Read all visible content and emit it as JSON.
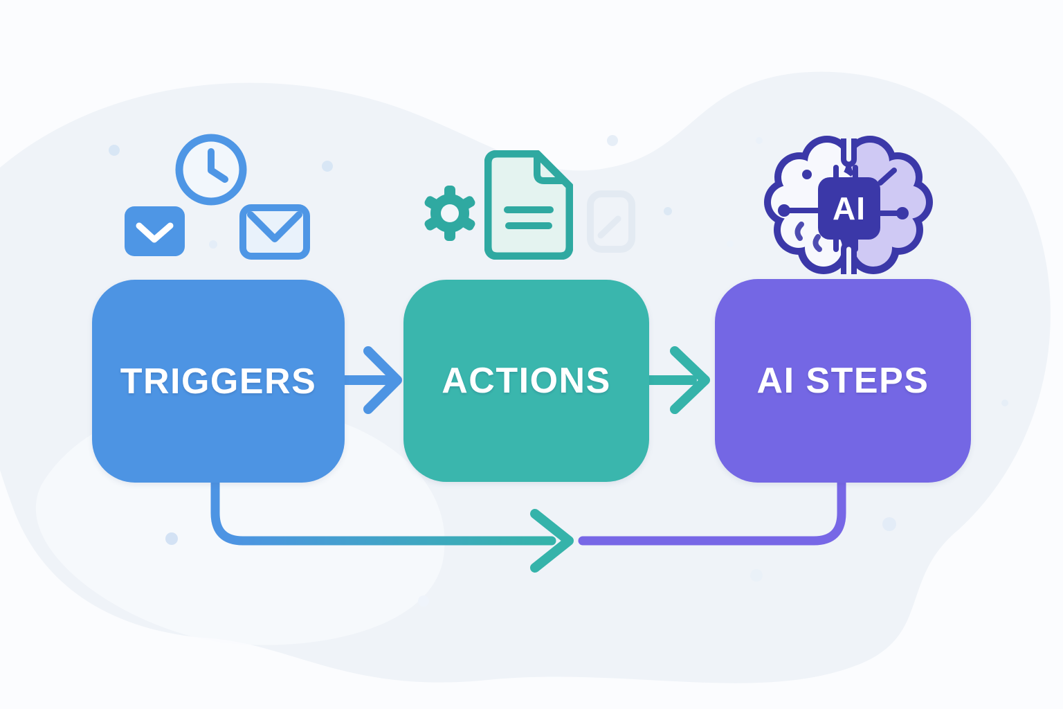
{
  "diagram": {
    "nodes": [
      {
        "id": "triggers",
        "label": "TRIGGERS",
        "color": "#4D94E3"
      },
      {
        "id": "actions",
        "label": "ACTIONS",
        "color": "#3AB6AD"
      },
      {
        "id": "ai_steps",
        "label": "AI STEPS",
        "color": "#7467E4"
      }
    ],
    "connections": [
      {
        "from": "triggers",
        "to": "actions",
        "type": "arrow",
        "color": "#4D94E3"
      },
      {
        "from": "actions",
        "to": "ai_steps",
        "type": "arrow",
        "color": "#35B3AA"
      },
      {
        "from": "triggers",
        "to": "ai_steps",
        "type": "elbow-connector",
        "gradient": [
          "#4D94E3",
          "#35B3AA",
          "#7767E6"
        ]
      }
    ],
    "icons": {
      "triggers": [
        "clock-icon",
        "mail-filled-icon",
        "mail-outline-icon"
      ],
      "actions": [
        "gear-icon",
        "document-icon",
        "note-ghost-icon"
      ],
      "ai_steps": [
        "brain-ai-icon"
      ],
      "ai_chip_label": "AI"
    },
    "colors": {
      "background": "#FBFCFE",
      "background_blob": "#EFF3F8",
      "triggers_blue": "#4D94E3",
      "icon_blue": "#4E96E5",
      "actions_teal": "#3AB6AD",
      "icon_teal": "#2FA9A1",
      "ai_purple": "#7467E4",
      "brain_outline_indigo": "#3B38A8",
      "brain_fill_lavender": "#CFC9F4",
      "decor_dot_blue": "#D8E6F5"
    }
  }
}
